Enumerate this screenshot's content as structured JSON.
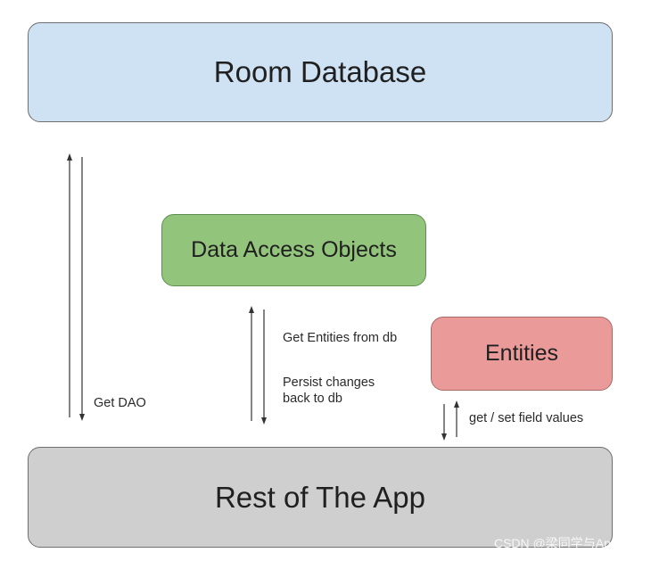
{
  "boxes": {
    "room_database": "Room Database",
    "data_access_objects": "Data Access Objects",
    "entities": "Entities",
    "rest_of_app": "Rest of The App"
  },
  "labels": {
    "get_dao": "Get DAO",
    "get_entities": "Get Entities from db",
    "persist_line1": "Persist changes",
    "persist_line2": "back to db",
    "field_values": "get / set field values"
  },
  "watermark": "CSDN @梁同学与Android",
  "colors": {
    "room": "#cfe2f3",
    "dao": "#92c47c",
    "entities": "#ea9a98",
    "rest": "#cfcfcf"
  }
}
